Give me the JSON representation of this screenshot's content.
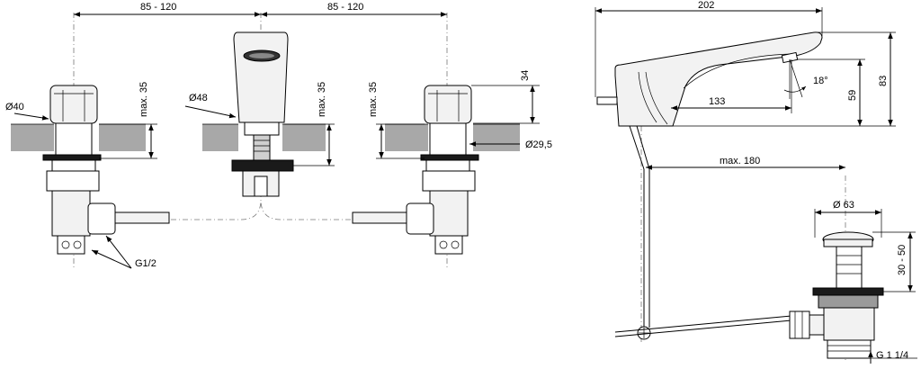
{
  "labels": {
    "dim_85_120_left": "85 - 120",
    "dim_85_120_right": "85 - 120",
    "dim_d40": "Ø40",
    "dim_d48": "Ø48",
    "dim_max35_a": "max. 35",
    "dim_max35_b": "max. 35",
    "dim_max35_c": "max. 35",
    "dim_34": "34",
    "dim_d29_5": "Ø29,5",
    "dim_g1_2": "G1/2",
    "dim_202": "202",
    "dim_18deg": "18°",
    "dim_133": "133",
    "dim_59": "59",
    "dim_83": "83",
    "dim_max180": "max. 180",
    "dim_d63": "Ø 63",
    "dim_30_50": "30 - 50",
    "dim_g1_1_4": "G 1 1/4"
  }
}
